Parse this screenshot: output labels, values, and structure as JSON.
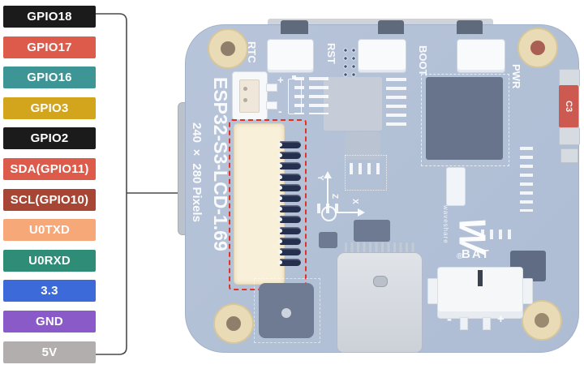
{
  "diagram": {
    "pin_labels": [
      {
        "text": "GPIO18",
        "bg": "#1b1b1b",
        "fg": "#ffffff"
      },
      {
        "text": "GPIO17",
        "bg": "#dd5b4b",
        "fg": "#ffffff"
      },
      {
        "text": "GPIO16",
        "bg": "#3d9596",
        "fg": "#ffffff"
      },
      {
        "text": "GPIO3",
        "bg": "#d2a51d",
        "fg": "#ffffff"
      },
      {
        "text": "GPIO2",
        "bg": "#1b1b1b",
        "fg": "#ffffff"
      },
      {
        "text": "SDA(GPIO11)",
        "bg": "#dd5b4b",
        "fg": "#ffffff"
      },
      {
        "text": "SCL(GPIO10)",
        "bg": "#a74634",
        "fg": "#ffffff"
      },
      {
        "text": "U0TXD",
        "bg": "#f6a878",
        "fg": "#ffffff"
      },
      {
        "text": "U0RXD",
        "bg": "#2f8c77",
        "fg": "#ffffff"
      },
      {
        "text": "3.3",
        "bg": "#3c6bd9",
        "fg": "#ffffff"
      },
      {
        "text": "GND",
        "bg": "#8a5bc8",
        "fg": "#ffffff"
      },
      {
        "text": "5V",
        "bg": "#b2aeae",
        "fg": "#ffffff"
      }
    ],
    "connector": {
      "pin_count": 12,
      "highlight_color": "#e63122"
    },
    "board": {
      "title": "ESP32-S3-LCD-1.69",
      "subtitle": "240 × 280 Pixels",
      "labels": {
        "rtc": "RTC",
        "rst": "RST",
        "boot": "BOOT",
        "pwr": "PWR",
        "bat": "BAT",
        "c3": "C3"
      },
      "markings": {
        "jst_plus": "+",
        "jst_minus": "-",
        "bat_minus": "-",
        "bat_plus": "+",
        "axis_y": "Y",
        "axis_z": "Z",
        "axis_x": "X",
        "reg": "®"
      }
    }
  }
}
